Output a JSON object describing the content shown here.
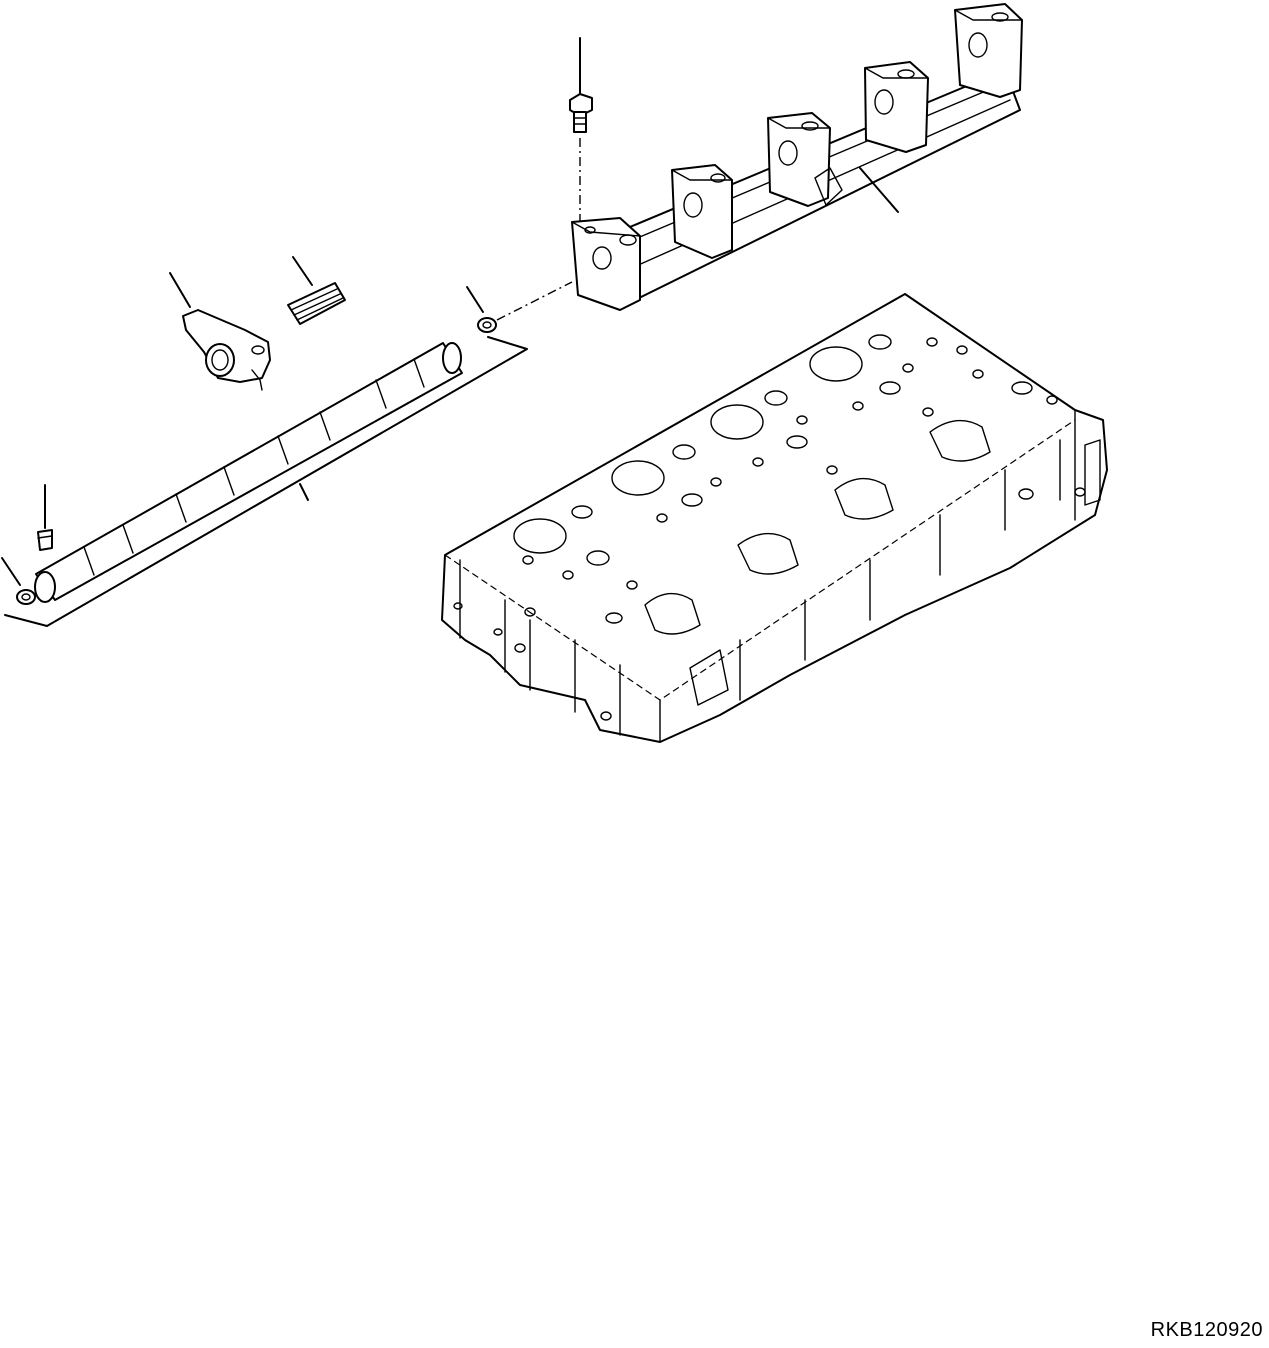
{
  "figure": {
    "drawing_code": "RKB120920",
    "parts": [
      {
        "name": "rocker-arm-bracket",
        "icon": "bracket-icon"
      },
      {
        "name": "mounting-bolt",
        "icon": "bolt-icon"
      },
      {
        "name": "rocker-arm",
        "icon": "rocker-arm-icon"
      },
      {
        "name": "rocker-shaft-spring",
        "icon": "spring-icon"
      },
      {
        "name": "shaft-end-plug",
        "icon": "plug-icon"
      },
      {
        "name": "rocker-shaft",
        "icon": "shaft-icon"
      },
      {
        "name": "shaft-set-screw",
        "icon": "screw-icon"
      },
      {
        "name": "cylinder-head",
        "icon": "cylinder-head-icon"
      }
    ]
  }
}
